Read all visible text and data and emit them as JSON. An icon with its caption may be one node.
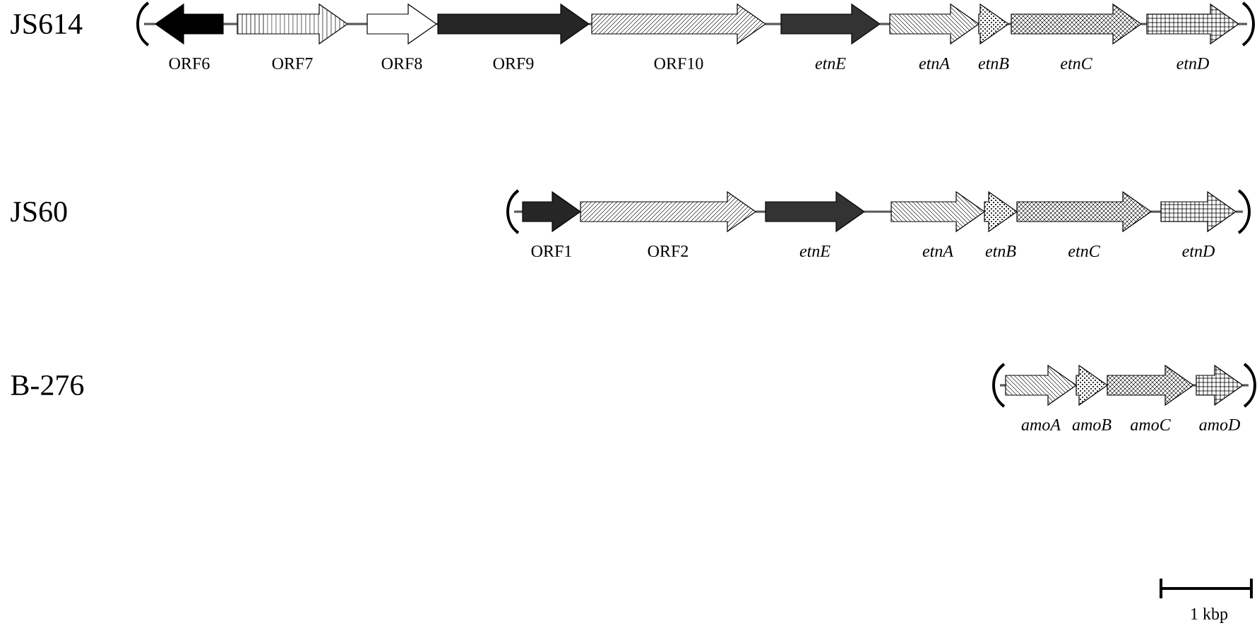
{
  "diagram": {
    "nodes": [
      {
        "text": [
          "ORF6"
        ]
      },
      {
        "text": [
          "ORF7"
        ]
      },
      {
        "text": [
          "ORF8"
        ]
      },
      {
        "text": [
          "ORF9"
        ]
      },
      {
        "text": [
          "ORF10"
        ]
      },
      {
        "text": [
          "etnE"
        ]
      },
      {
        "text": [
          "etnA"
        ]
      },
      {
        "text": [
          "etnB"
        ]
      },
      {
        "text": [
          "etnC"
        ]
      },
      {
        "text": [
          "etnD"
        ]
      },
      {
        "text": [
          "ORF1"
        ]
      },
      {
        "text": [
          "ORF2"
        ]
      },
      {
        "text": [
          "etnE"
        ]
      },
      {
        "text": [
          "etnA"
        ]
      },
      {
        "text": [
          "etnB"
        ]
      },
      {
        "text": [
          "etnC"
        ]
      },
      {
        "text": [
          "etnD"
        ]
      },
      {
        "text": [
          "amoA"
        ]
      },
      {
        "text": [
          "amoB"
        ]
      },
      {
        "text": [
          "amoC"
        ]
      },
      {
        "text": [
          "amoD"
        ]
      }
    ],
    "labels": [
      "JS614",
      "JS60",
      "B-276",
      "1 kbp"
    ]
  }
}
